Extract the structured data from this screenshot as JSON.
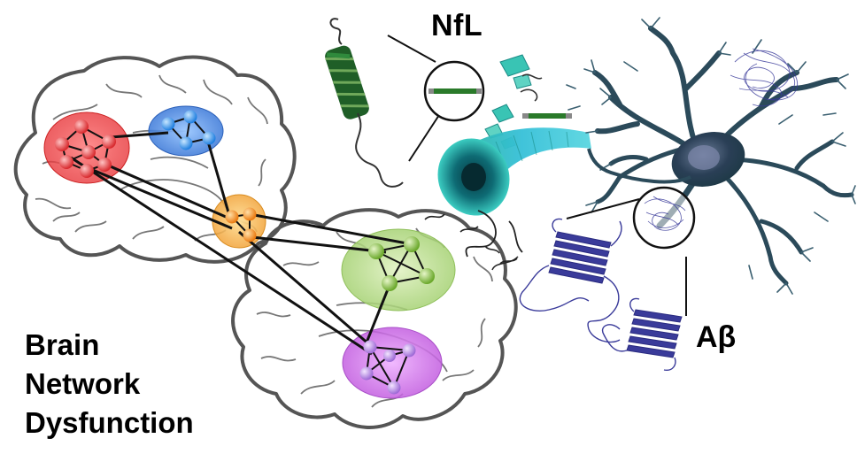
{
  "labels": {
    "nfl": "NfL",
    "abeta": "Aβ",
    "brain_network_dysfunction": [
      "Brain",
      "Network",
      "Dysfunction"
    ]
  },
  "network": {
    "nodes": {
      "red": {
        "color": "#e8383c",
        "hub": "#f08a8c"
      },
      "blue": {
        "color": "#2f8fe6",
        "hub": "#7fb6f5"
      },
      "orange": {
        "color": "#f08a1c",
        "hub": "#f7c372"
      },
      "green": {
        "color": "#7dbb3a",
        "hub": "#c7e3a2"
      },
      "purple": {
        "color": "#b77fe3",
        "hub": "#d58ef0"
      }
    }
  },
  "colors": {
    "outline": "#555555",
    "edge": "#111111",
    "neuron": "#2b4a5a",
    "fiber_teal": "#2fb5a6",
    "helix_green": "#1f6a2a",
    "abeta_blue": "#3a3b9a"
  }
}
